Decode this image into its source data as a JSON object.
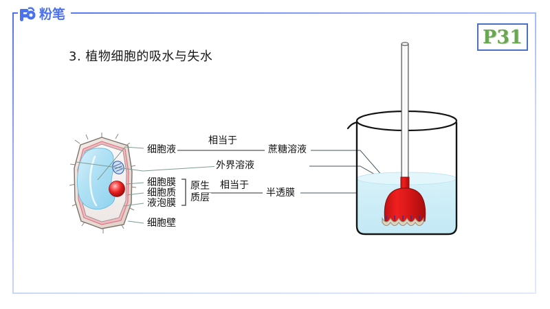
{
  "brand": {
    "logo_text": "粉笔",
    "logo_mark": "Fb",
    "logo_color": "#4a72ef"
  },
  "page_badge": {
    "label": "P31",
    "text_color": "#6aa84f",
    "border_color": "#4a6fc4"
  },
  "slide": {
    "title": "3. 植物细胞的吸水与失水",
    "frame_color": "#4f6ff0"
  },
  "cell_diagram": {
    "name": "plant-cell",
    "labels": {
      "cell_sap": "细胞液",
      "cell_membrane": "细胞膜",
      "cytoplasm": "细胞质",
      "vacuole_membrane": "液泡膜",
      "cell_wall": "细胞壁",
      "protoplast_layer_line1": "原生",
      "protoplast_layer_line2": "质层"
    },
    "colors": {
      "vacuole": "#b9e4f6",
      "nucleus": "#e01b1b",
      "wall": "#c9b9b0",
      "protoplast": "#e8a0a8"
    }
  },
  "beaker_diagram": {
    "name": "osmosis-apparatus",
    "labels": {
      "sucrose_solution": "蔗糖溶液",
      "external_solution": "外界溶液",
      "semipermeable_membrane": "半透膜"
    },
    "colors": {
      "water": "#cdeef7",
      "funnel": "#e01b1b",
      "membrane": "#d8cdb9"
    }
  },
  "connectors": {
    "equivalent_top": "相当于",
    "equivalent_bottom": "相当于"
  }
}
